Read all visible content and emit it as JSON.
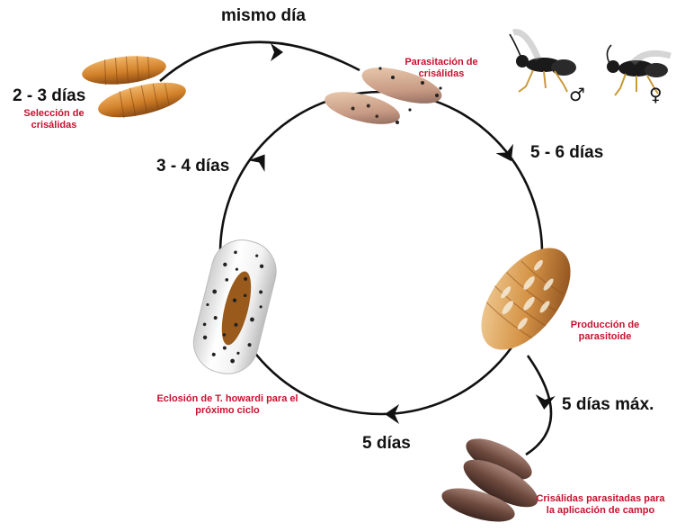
{
  "diagram": {
    "stages": [
      {
        "id": "seleccion",
        "label": "Selección de crisálidas"
      },
      {
        "id": "parasitacion",
        "label": "Parasitación de crisálidas"
      },
      {
        "id": "produccion",
        "label": "Producción de parasitoide"
      },
      {
        "id": "aplicacion",
        "label": "Crisálidas parasitadas para la aplicación de campo"
      },
      {
        "id": "eclosion",
        "label": "Eclosión de T. howardi para el próximo ciclo"
      }
    ],
    "durations": [
      {
        "id": "sel",
        "label": "2 - 3 días"
      },
      {
        "id": "mismo",
        "label": "mismo día"
      },
      {
        "id": "d56",
        "label": "5 - 6 días"
      },
      {
        "id": "d5max",
        "label": "5 días máx."
      },
      {
        "id": "d5",
        "label": "5 días"
      },
      {
        "id": "d34",
        "label": "3 - 4 días"
      }
    ],
    "sex_symbols": {
      "male": "♂",
      "female": "♀"
    },
    "colors": {
      "arrow": "#111111",
      "stage_text": "#c8102e",
      "duration_text": "#111111",
      "pupa_fresh": "#c9781f",
      "pupa_dark": "#6b4638",
      "wasp": "#1a1a1a"
    }
  }
}
